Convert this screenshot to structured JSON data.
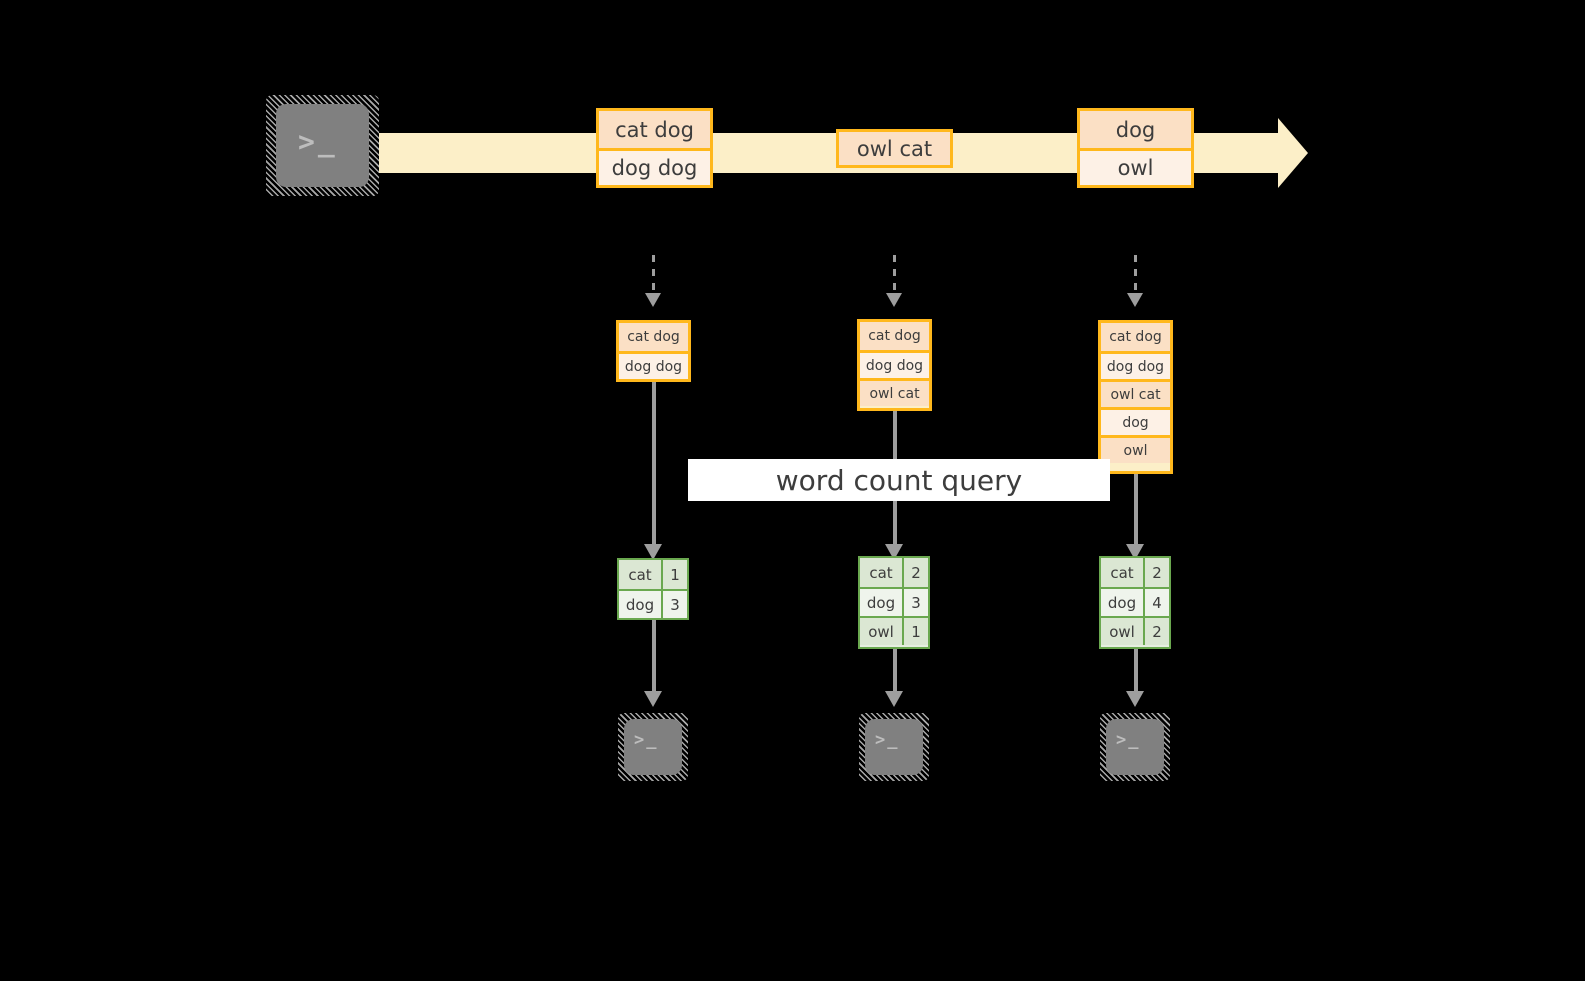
{
  "diagram": {
    "query_label": "word count query",
    "source_terminal": {
      "icon": "terminal-icon",
      "glyph": ">_"
    },
    "stream": {
      "boxes": [
        {
          "rows": [
            "cat dog",
            "dog dog"
          ]
        },
        {
          "rows": [
            "owl cat"
          ]
        },
        {
          "rows": [
            "dog",
            "owl"
          ]
        }
      ]
    },
    "snapshots": [
      {
        "rows": [
          "cat dog",
          "dog dog"
        ]
      },
      {
        "rows": [
          "cat dog",
          "dog dog",
          "owl cat"
        ]
      },
      {
        "rows": [
          "cat dog",
          "dog dog",
          "owl cat",
          "dog",
          "owl"
        ]
      }
    ],
    "results": [
      {
        "rows": [
          {
            "word": "cat",
            "count": "1"
          },
          {
            "word": "dog",
            "count": "3"
          }
        ]
      },
      {
        "rows": [
          {
            "word": "cat",
            "count": "2"
          },
          {
            "word": "dog",
            "count": "3"
          },
          {
            "word": "owl",
            "count": "1"
          }
        ]
      },
      {
        "rows": [
          {
            "word": "cat",
            "count": "2"
          },
          {
            "word": "dog",
            "count": "4"
          },
          {
            "word": "owl",
            "count": "2"
          }
        ]
      }
    ],
    "sink_terminals": [
      {
        "icon": "terminal-icon",
        "glyph": ">_"
      },
      {
        "icon": "terminal-icon",
        "glyph": ">_"
      },
      {
        "icon": "terminal-icon",
        "glyph": ">_"
      }
    ],
    "colors": {
      "stream_arrow": "#fcefc8",
      "stream_border": "#ffb81c",
      "stream_fill_dark": "#fbe0c5",
      "stream_fill_light": "#fdf1e6",
      "result_border": "#6aa84f",
      "result_fill_dark": "#dbe7d3",
      "result_fill_light": "#eff4ec",
      "connector": "#9e9e9e",
      "terminal_body": "#808080",
      "background": "#000000",
      "label_band": "#ffffff"
    }
  }
}
